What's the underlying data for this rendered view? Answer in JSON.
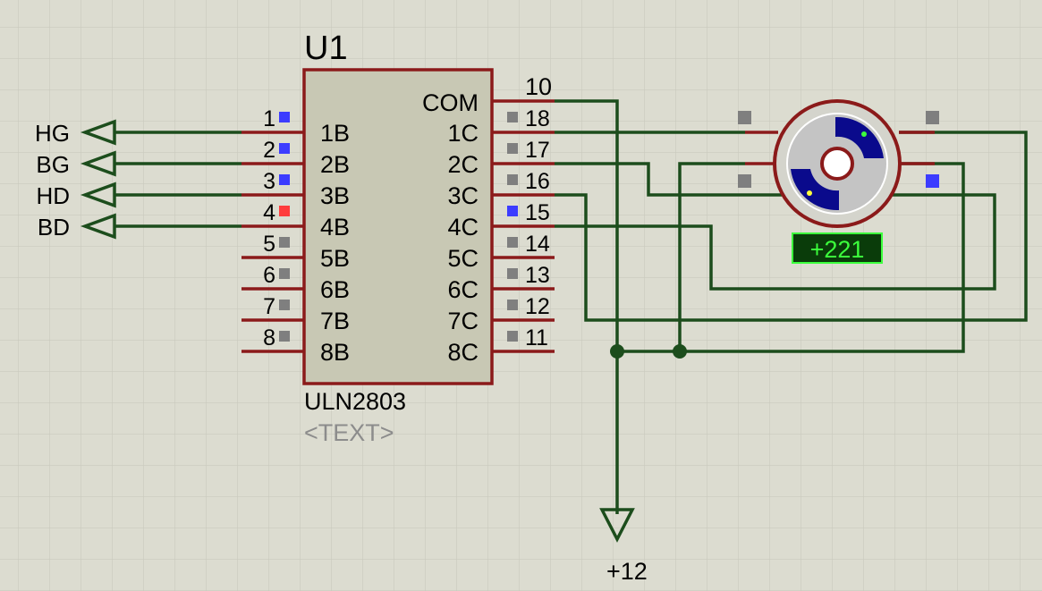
{
  "component": {
    "ref": "U1",
    "part": "ULN2803",
    "text_placeholder": "<TEXT>",
    "com_label": "COM",
    "com_pin": "10",
    "left_pins": [
      {
        "num": "1",
        "label": "1B",
        "state": "low"
      },
      {
        "num": "2",
        "label": "2B",
        "state": "low"
      },
      {
        "num": "3",
        "label": "3B",
        "state": "low"
      },
      {
        "num": "4",
        "label": "4B",
        "state": "high"
      },
      {
        "num": "5",
        "label": "5B",
        "state": "unknown"
      },
      {
        "num": "6",
        "label": "6B",
        "state": "unknown"
      },
      {
        "num": "7",
        "label": "7B",
        "state": "unknown"
      },
      {
        "num": "8",
        "label": "8B",
        "state": "unknown"
      }
    ],
    "right_pins": [
      {
        "num": "18",
        "label": "1C",
        "state": "unknown"
      },
      {
        "num": "17",
        "label": "2C",
        "state": "unknown"
      },
      {
        "num": "16",
        "label": "3C",
        "state": "unknown"
      },
      {
        "num": "15",
        "label": "4C",
        "state": "low"
      },
      {
        "num": "14",
        "label": "5C",
        "state": "unknown"
      },
      {
        "num": "13",
        "label": "6C",
        "state": "unknown"
      },
      {
        "num": "12",
        "label": "7C",
        "state": "unknown"
      },
      {
        "num": "11",
        "label": "8C",
        "state": "unknown"
      }
    ]
  },
  "terminals": [
    {
      "label": "HG"
    },
    {
      "label": "BG"
    },
    {
      "label": "HD"
    },
    {
      "label": "BD"
    }
  ],
  "motor": {
    "display": "+221",
    "pin_states": [
      "unknown",
      "unknown",
      "unknown",
      "low"
    ]
  },
  "power": {
    "label": "+12"
  },
  "colors": {
    "background": "#dcdcd0",
    "grid": "#c6c6ba",
    "wire": "#1c4d1c",
    "pin": "#8b1a1a",
    "body_fill": "#c8c8b4",
    "state_low": "#3c3cff",
    "state_high": "#ff3c3c",
    "state_unknown": "#7f7f7f",
    "motor_arc": "#0a0a8c",
    "display_bg": "#0a3c0a",
    "display_text": "#3cff3c"
  }
}
